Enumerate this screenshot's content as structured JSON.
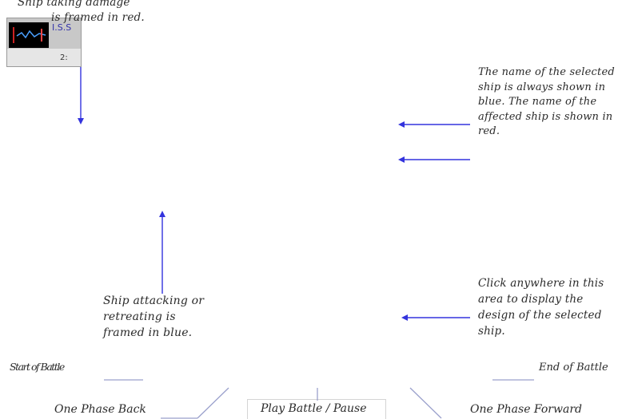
{
  "notes": {
    "damage_line1": "Ship taking damage",
    "damage_line2": "is framed in red.",
    "names": "The name of the selected ship is always shown in blue. The name of the affected ship is shown in red.",
    "attacking": "Ship attacking or retreating is framed in blue.",
    "click_area": "Click anywhere in this area to display the design of the selected ship."
  },
  "controls": {
    "start_of_battle": "Start of Battle",
    "end_of_battle": "End of Battle",
    "one_phase_back": "One Phase Back",
    "play_pause": "Play Battle / Pause",
    "one_phase_forward": "One Phase Forward"
  },
  "ship_panel": {
    "name": "I.S.S",
    "count": "2:"
  },
  "colors": {
    "arrow": "#3333dd",
    "control_line": "#9aa0cc",
    "selected_frame": "#3333dd",
    "damage_frame": "#cc2222"
  }
}
